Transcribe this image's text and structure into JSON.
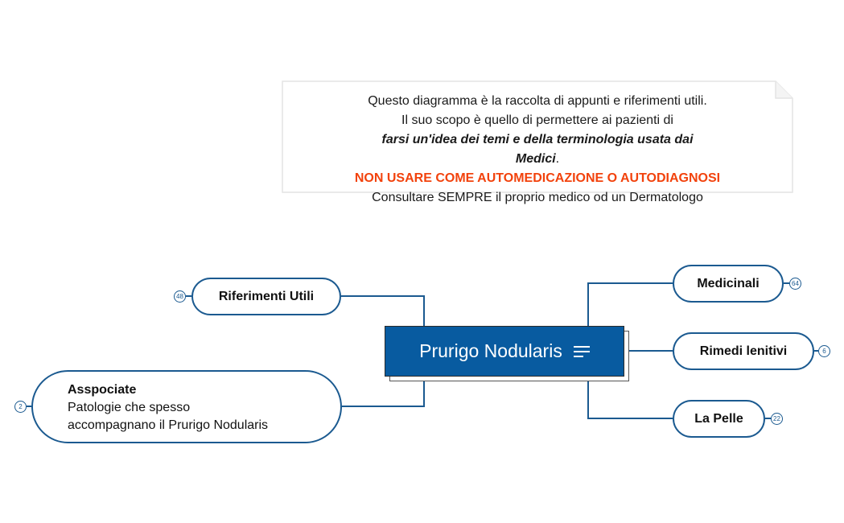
{
  "note": {
    "line1": "Questo diagramma è la raccolta di appunti e riferimenti utili.",
    "line2": "Il suo scopo è quello di permettere ai pazienti di",
    "line3_italic": "farsi un'idea dei temi e della terminologia usata dai",
    "line4_italic": "Medici",
    "line4_tail": ".",
    "warning": "NON USARE COME AUTOMEDICAZIONE O AUTODIAGNOSI",
    "line6": "Consultare SEMPRE il proprio medico od un Dermatologo"
  },
  "central": {
    "title": "Prurigo Nodularis",
    "icon": "notes-menu-icon"
  },
  "branches": {
    "riferimenti": {
      "label": "Riferimenti Utili",
      "count": "48"
    },
    "associate": {
      "title": "Asspociate",
      "description": "Patologie che spesso accompagnano il Prurigo Nodularis",
      "count": "2"
    },
    "medicinali": {
      "label": "Medicinali",
      "count": "64"
    },
    "rimedi": {
      "label": "Rimedi lenitivi",
      "count": "6"
    },
    "pelle": {
      "label": "La Pelle",
      "count": "22"
    }
  },
  "colors": {
    "accent": "#085ba0",
    "line": "#1b5a90",
    "warning": "#f2420c"
  }
}
